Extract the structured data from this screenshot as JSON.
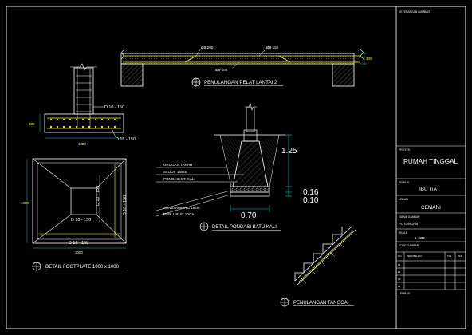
{
  "drawing": {
    "colors": {
      "background": "#000000",
      "line": "#ffffff",
      "dim": "#00c8c8",
      "rebar": "#ffff00",
      "hatch": "#aaaaaa",
      "note": "#ff2020"
    },
    "plate": {
      "title": "PENULANGAN PELAT LANTAI 2",
      "labels": [
        "Ø8-200",
        "Ø8-150",
        "Ø8-100"
      ],
      "dim": "300"
    },
    "footplate": {
      "title": "DETAIL FOOTPLATE 1000 x 1000",
      "section_labels": [
        "D 10 - 150",
        "D 16 - 150"
      ],
      "section_dims": [
        "300",
        "1000"
      ],
      "plan_labels": [
        "D 10 - 150",
        "D 10 - 150",
        "D 10 - 150",
        "D 16 - 150"
      ],
      "plan_dims": [
        "1000",
        "1000"
      ]
    },
    "pondasi": {
      "title": "DETAIL PONDASI BATU KALI",
      "notes": [
        "URUGAN TANAH",
        "SLOOF 15x25",
        "PONDASI BT. KALI",
        "AANSTAMPING 15cm",
        "PSR. URUG 10cm"
      ],
      "dims": [
        "1.25",
        "0.16",
        "0.10",
        "0.70"
      ]
    },
    "tangga": {
      "title": "PENULANGAN TANGGA"
    }
  },
  "title_block": {
    "header": "KETERANGAN GAMBAR",
    "project_label": "PROYEK",
    "project": "RUMAH TINGGAL",
    "owner_label": "PEMILIK",
    "owner": "IBU ITA",
    "location_label": "LOKASI",
    "location": "CEMANI",
    "drawing_label": "JUDUL GAMBAR",
    "drawing": "POTONGAN",
    "scale_label": "SKALA",
    "scale": "1 : 100",
    "sheet_label": "KODE GAMBAR",
    "revision_headers": [
      "NO",
      "PERUBAHAN",
      "TGL",
      "PAR"
    ],
    "revision_rows": [
      "01",
      "02",
      "03",
      "04"
    ],
    "footer": "LEMBAR"
  }
}
